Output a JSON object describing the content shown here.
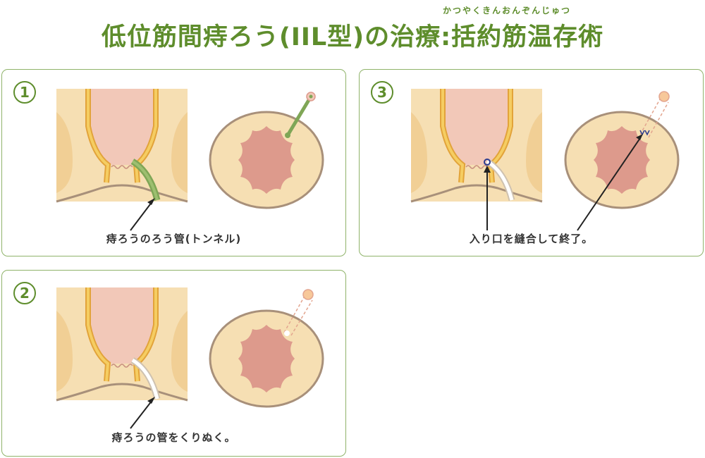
{
  "header": {
    "title": "低位筋間痔ろう(IIL型)の治療:括約筋温存術",
    "ruby": "かつやくきんおんぞんじゅつ"
  },
  "panels": [
    {
      "number": "1",
      "caption": "痔ろうのろう管(トンネル)"
    },
    {
      "number": "2",
      "caption": "痔ろうの管をくりぬく。"
    },
    {
      "number": "3",
      "caption": "入り口を縫合して終了。"
    }
  ],
  "colors": {
    "accent": "#5e8d2c",
    "border": "#8fb36a",
    "tissue": "#f6dfb3",
    "rectum": "#f2c8b8",
    "muscle": "#f0b93a",
    "mucosa": "#dd9a8c",
    "fistula": "#7fa656"
  }
}
